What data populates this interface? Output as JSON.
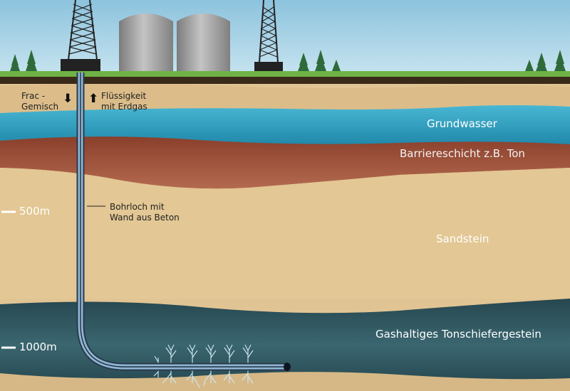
{
  "labels": {
    "frac_mix": [
      "Frac -",
      "Gemisch"
    ],
    "fluid_gas": [
      "Flüssigkeit",
      "mit Erdgas"
    ],
    "borehole": [
      "Bohrloch mit",
      "Wand aus Beton"
    ]
  },
  "layers": {
    "groundwater": "Grundwasser",
    "barrier": "Barriereschicht z.B. Ton",
    "sandstone": "Sandstein",
    "shale": "Gashaltiges Tonschiefergestein"
  },
  "depth_marks": {
    "m500": "500m",
    "m1000": "1000m"
  },
  "icons": {
    "down_arrow": "down-arrow-icon",
    "up_arrow": "up-arrow-icon"
  },
  "colors": {
    "sky": "#a3d0e6",
    "grass": "#6fb346",
    "topsoil": "#3a2a1a",
    "sand": "#e1c493",
    "groundwater": "#2f9fbf",
    "barrier": "#9a4a33",
    "shale": "#2e5560",
    "pipe": "#7fa8c8",
    "tank": "#9a9a9a"
  }
}
